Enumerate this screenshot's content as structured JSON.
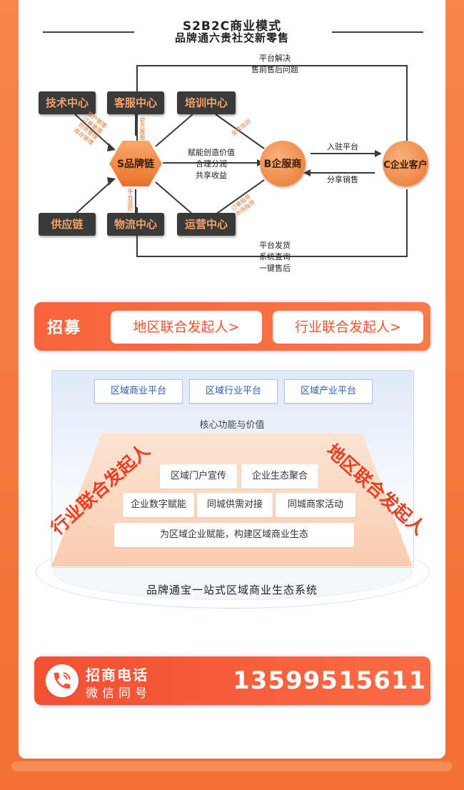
{
  "header": {
    "title": "S2B2C商业模式",
    "subtitle": "品牌通六贵社交新零售"
  },
  "diagram": {
    "boxes": [
      "技术中心",
      "客服中心",
      "培训中心",
      "供应链",
      "物流中心",
      "运营中心"
    ],
    "s_chain": "S品牌链",
    "b_service": "B企服商",
    "c_customer": "C企业客户",
    "top_loop": [
      "平台解决",
      "售前售后问题"
    ],
    "bottom_loop": [
      "平台发货",
      "系统查询",
      "一键售后"
    ],
    "center": [
      "赋能创造价值",
      "合理分润",
      "共享收益"
    ],
    "enter": "入驻平台",
    "share": "分享销售",
    "small_left": [
      "客户管理",
      "订单管理",
      "财务管理",
      "库存管理"
    ],
    "small_cs": "官方客服",
    "small_train": "全套培训",
    "small_bottom_left": "平台监控",
    "small_ops": [
      "订单指导",
      "市场指导"
    ]
  },
  "recruit": {
    "label": "招募",
    "btn_region": "地区联合发起人>",
    "btn_industry": "行业联合发起人>"
  },
  "platform": {
    "top_boxes": [
      "区域商业平台",
      "区域行业平台",
      "区域产业平台"
    ],
    "core": "核心功能与价值",
    "features_row1": [
      "区域门户宣传",
      "企业生态聚合"
    ],
    "features_row2": [
      "企业数字赋能",
      "同城供需对接",
      "同城商家活动"
    ],
    "feature_wide": "为区域企业赋能，构建区域商业生态",
    "left_slant": "行业联合发起人",
    "right_slant": "地区联合发起人",
    "caption": "品牌通宝一站式区域商业生态系统"
  },
  "phone": {
    "title": "招商电话",
    "subtitle": "微信同号",
    "number": "13599515611"
  }
}
